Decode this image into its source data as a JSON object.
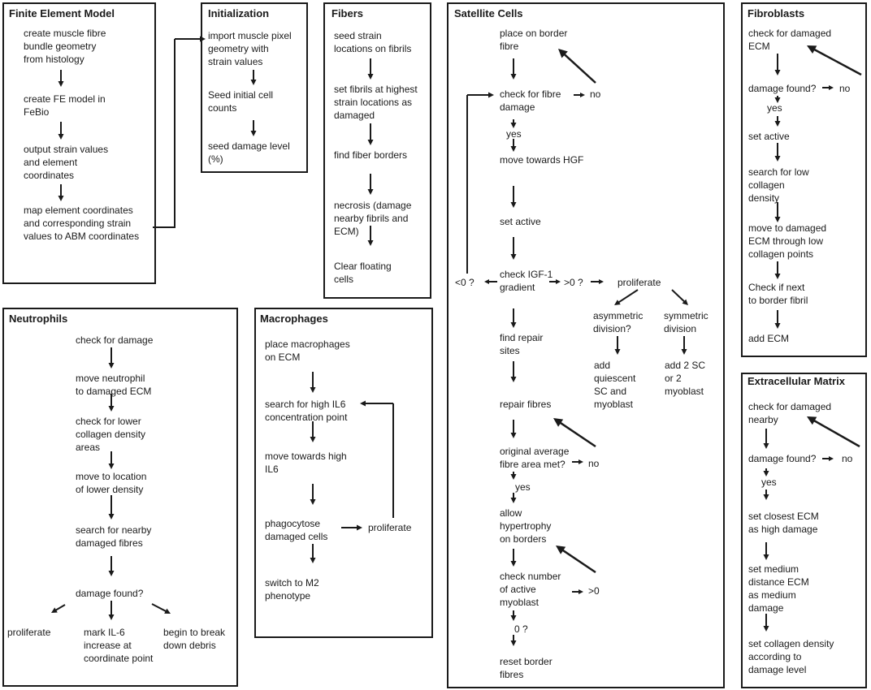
{
  "panels": {
    "fem": {
      "title": "Finite Element Model",
      "steps": [
        "create muscle fibre\nbundle geometry\nfrom histology",
        "create FE model in\nFeBio",
        "output strain values\nand element\ncoordinates",
        "map element coordinates\nand corresponding strain\nvalues to ABM coordinates"
      ]
    },
    "init": {
      "title": "Initialization",
      "steps": [
        "import muscle pixel\ngeometry with\nstrain values",
        "Seed initial cell\ncounts",
        "seed damage level\n(%)"
      ]
    },
    "fibers": {
      "title": "Fibers",
      "steps": [
        "seed strain\nlocations on fibrils",
        "set fibrils at highest\nstrain locations as\ndamaged",
        "find fiber borders",
        "necrosis (damage\nnearby fibrils and\nECM)",
        "Clear floating\ncells"
      ]
    },
    "satellite": {
      "title": "Satellite Cells",
      "steps": [
        "place on border\nfibre",
        "check for fibre\ndamage",
        "move towards HGF",
        "set active",
        "check IGF-1\ngradient",
        "find repair\nsites",
        "repair fibres",
        "original average\nfibre area met?",
        "allow\nhypertrophy\non borders",
        "check number\nof active\nmyoblast",
        "reset border\nfibres"
      ],
      "labels": {
        "no1": "no",
        "yes1": "yes",
        "lt0": "<0 ?",
        "gt0": ">0 ?",
        "proliferate": "proliferate",
        "asym": "asymmetric\ndivision?",
        "sym": "symmetric\ndivision",
        "asym_res": "add\nquiescent\nSC and\nmyoblast",
        "sym_res": "add 2 SC\nor 2\nmyoblast",
        "no2": "no",
        "yes2": "yes",
        "gt0b": ">0",
        "zero": "0 ?"
      }
    },
    "fibroblasts": {
      "title": "Fibroblasts",
      "steps": [
        "check for damaged\nECM",
        "damage found?",
        "set active",
        "search for low\ncollagen\ndensity",
        "move to damaged\nECM through low\ncollagen points",
        "Check if next\nto border fibril",
        "add ECM"
      ],
      "labels": {
        "no": "no",
        "yes": "yes"
      }
    },
    "neutrophils": {
      "title": "Neutrophils",
      "steps": [
        "check for damage",
        "move neutrophil\nto damaged ECM",
        "check for lower\ncollagen density\nareas",
        "move to location\nof lower density",
        "search for nearby\ndamaged fibres",
        "damage found?"
      ],
      "outcomes": [
        "proliferate",
        "mark IL-6\nincrease at\ncoordinate point",
        "begin to break\ndown debris"
      ]
    },
    "macrophages": {
      "title": "Macrophages",
      "steps": [
        "place macrophages\non ECM",
        "search for high IL6\nconcentration point",
        "move towards high\nIL6",
        "phagocytose\ndamaged cells",
        "switch to M2\nphenotype"
      ],
      "labels": {
        "proliferate": "proliferate"
      }
    },
    "ecm": {
      "title": "Extracellular Matrix",
      "steps": [
        "check for damaged\nnearby",
        "damage found?",
        "set closest ECM\nas high damage",
        "set medium\ndistance ECM\nas medium\ndamage",
        "set collagen density\naccording to\ndamage level"
      ],
      "labels": {
        "no": "no",
        "yes": "yes"
      }
    }
  }
}
